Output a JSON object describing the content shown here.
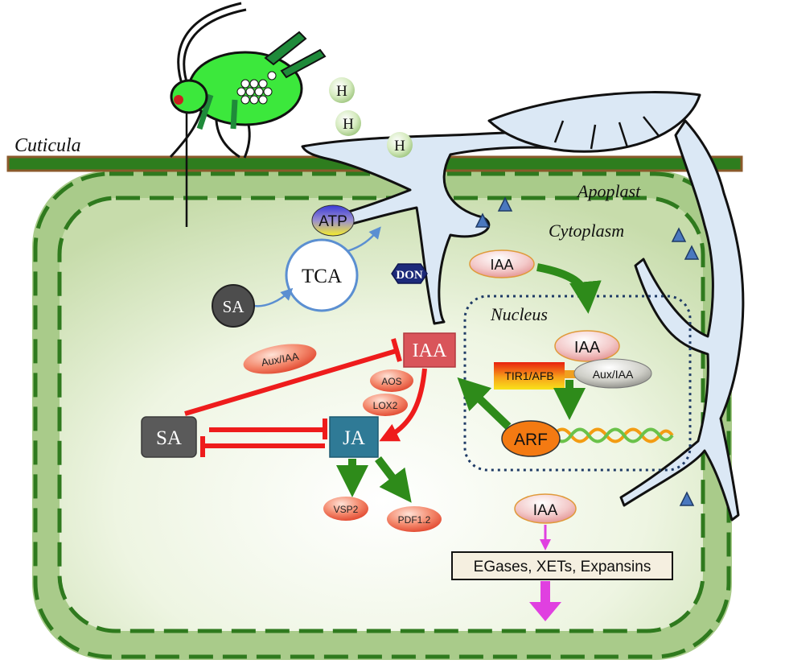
{
  "labels": {
    "cuticula": "Cuticula",
    "apoplast": "Apoplast",
    "cytoplasm": "Cytoplasm",
    "nucleus": "Nucleus",
    "h1": "H",
    "h2": "H",
    "h3": "H",
    "atp": "ATP",
    "tca": "TCA",
    "sa_circle": "SA",
    "don": "DON",
    "iaa_cyto": "IAA",
    "iaa_nucleus": "IAA",
    "tir1_afb": "TIR1/AFB",
    "aux_iaa_nucleus": "Aux/IAA",
    "arf": "ARF",
    "iaa_main": "IAA",
    "aux_iaa_left": "Aux/IAA",
    "aos": "AOS",
    "lox2": "LOX2",
    "sa_box": "SA",
    "ja_box": "JA",
    "vsp2": "VSP2",
    "pdf12": "PDF1.2",
    "iaa_lower": "IAA",
    "enzymes": "EGases,  XETs, Expansins"
  },
  "colors": {
    "cuticle": "#2e7d1e",
    "cell_fill": "#a9cb8a",
    "dashed_wall": "#2f7a1e",
    "red_inhibit": "#ee1c1c",
    "green_arrow": "#2e8b1a",
    "magenta_arrow": "#e040e0",
    "hyphae_fill": "#dbe8f5",
    "aphid_green": "#3ce83c",
    "nucleus_border": "#1f3b66"
  }
}
